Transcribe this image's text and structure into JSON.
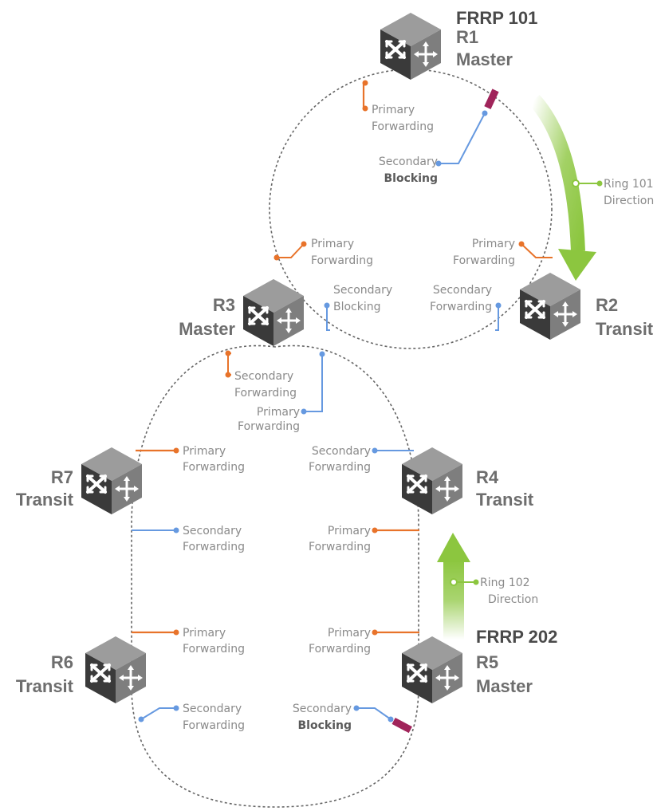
{
  "colors": {
    "primary": "#e8732a",
    "secondary": "#6699e0",
    "direction": "#8cc63f",
    "blocked_port": "#a0245a",
    "ring_line": "#666666"
  },
  "rings": {
    "ring101": {
      "title": "FRRP 101",
      "direction_line1": "Ring 101",
      "direction_line2": "Direction"
    },
    "ring202": {
      "title": "FRRP 202",
      "direction_line1": "Ring 102",
      "direction_line2": "Direction"
    }
  },
  "nodes": {
    "r1": {
      "name": "R1",
      "role": "Master",
      "icon": "switch-icon"
    },
    "r2": {
      "name": "R2",
      "role": "Transit",
      "icon": "switch-icon"
    },
    "r3": {
      "name": "R3",
      "role": "Master",
      "icon": "switch-icon"
    },
    "r4": {
      "name": "R4",
      "role": "Transit",
      "icon": "switch-icon"
    },
    "r5": {
      "name": "R5",
      "role": "Master",
      "icon": "switch-icon"
    },
    "r6": {
      "name": "R6",
      "role": "Transit",
      "icon": "switch-icon"
    },
    "r7": {
      "name": "R7",
      "role": "Transit",
      "icon": "switch-icon"
    }
  },
  "ports": {
    "r1_primary": {
      "l1": "Primary",
      "l2": "Forwarding"
    },
    "r1_secondary": {
      "l1": "Secondary",
      "l2": "Blocking"
    },
    "r3_primary_top": {
      "l1": "Primary",
      "l2": "Forwarding"
    },
    "r3_secondary_top": {
      "l1": "Secondary",
      "l2": "Blocking"
    },
    "r2_primary": {
      "l1": "Primary",
      "l2": "Forwarding"
    },
    "r2_secondary": {
      "l1": "Secondary",
      "l2": "Forwarding"
    },
    "r3_secondary_bottom": {
      "l1": "Secondary",
      "l2": "Forwarding"
    },
    "r3_primary_bottom": {
      "l1": "Primary",
      "l2": "Forwarding"
    },
    "r7_primary": {
      "l1": "Primary",
      "l2": "Forwarding"
    },
    "r7_secondary": {
      "l1": "Secondary",
      "l2": "Forwarding"
    },
    "r4_secondary": {
      "l1": "Secondary",
      "l2": "Forwarding"
    },
    "r4_primary": {
      "l1": "Primary",
      "l2": "Forwarding"
    },
    "r6_primary": {
      "l1": "Primary",
      "l2": "Forwarding"
    },
    "r6_secondary": {
      "l1": "Secondary",
      "l2": "Forwarding"
    },
    "r5_primary": {
      "l1": "Primary",
      "l2": "Forwarding"
    },
    "r5_secondary": {
      "l1": "Secondary",
      "l2": "Blocking"
    }
  }
}
